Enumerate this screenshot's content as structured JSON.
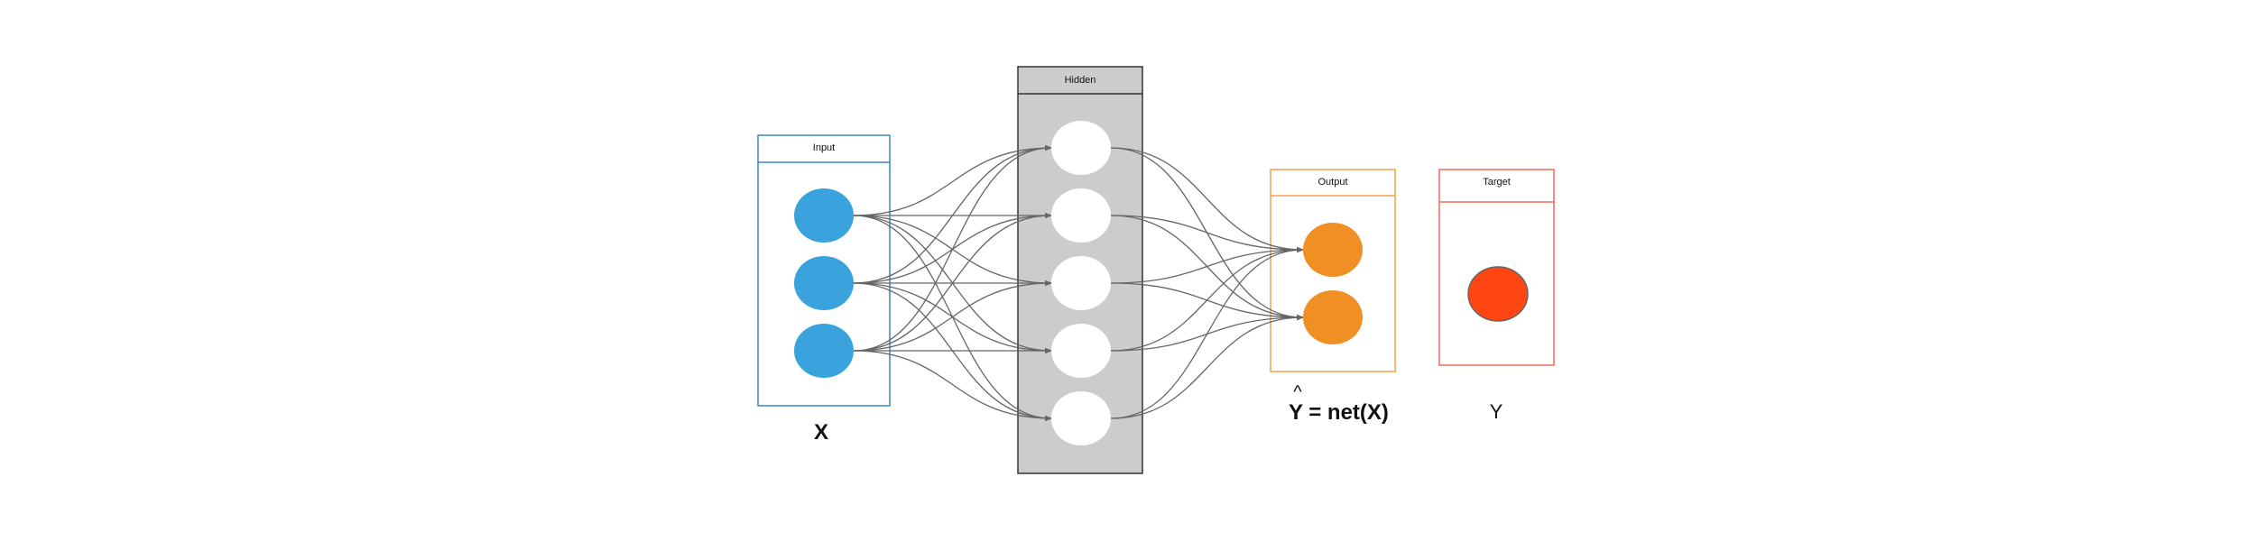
{
  "panels": {
    "input": {
      "title": "Input",
      "caption": "X",
      "node_count": 3,
      "fill": "#3aa3dd",
      "border": "#3b87b8"
    },
    "hidden": {
      "title": "Hidden",
      "node_count": 5,
      "fill": "#ffffff",
      "bg": "#cccccc",
      "border": "#333333"
    },
    "output": {
      "title": "Output",
      "caption_hat": "^",
      "caption": "Y = net(X)",
      "node_count": 2,
      "fill": "#f08f24",
      "border": "#f2a04a"
    },
    "target": {
      "title": "Target",
      "caption": "Y",
      "node_count": 1,
      "fill": "#ff4512",
      "border": "#f26a5a",
      "node_stroke": "#666666"
    }
  },
  "edge_color": "#666666"
}
